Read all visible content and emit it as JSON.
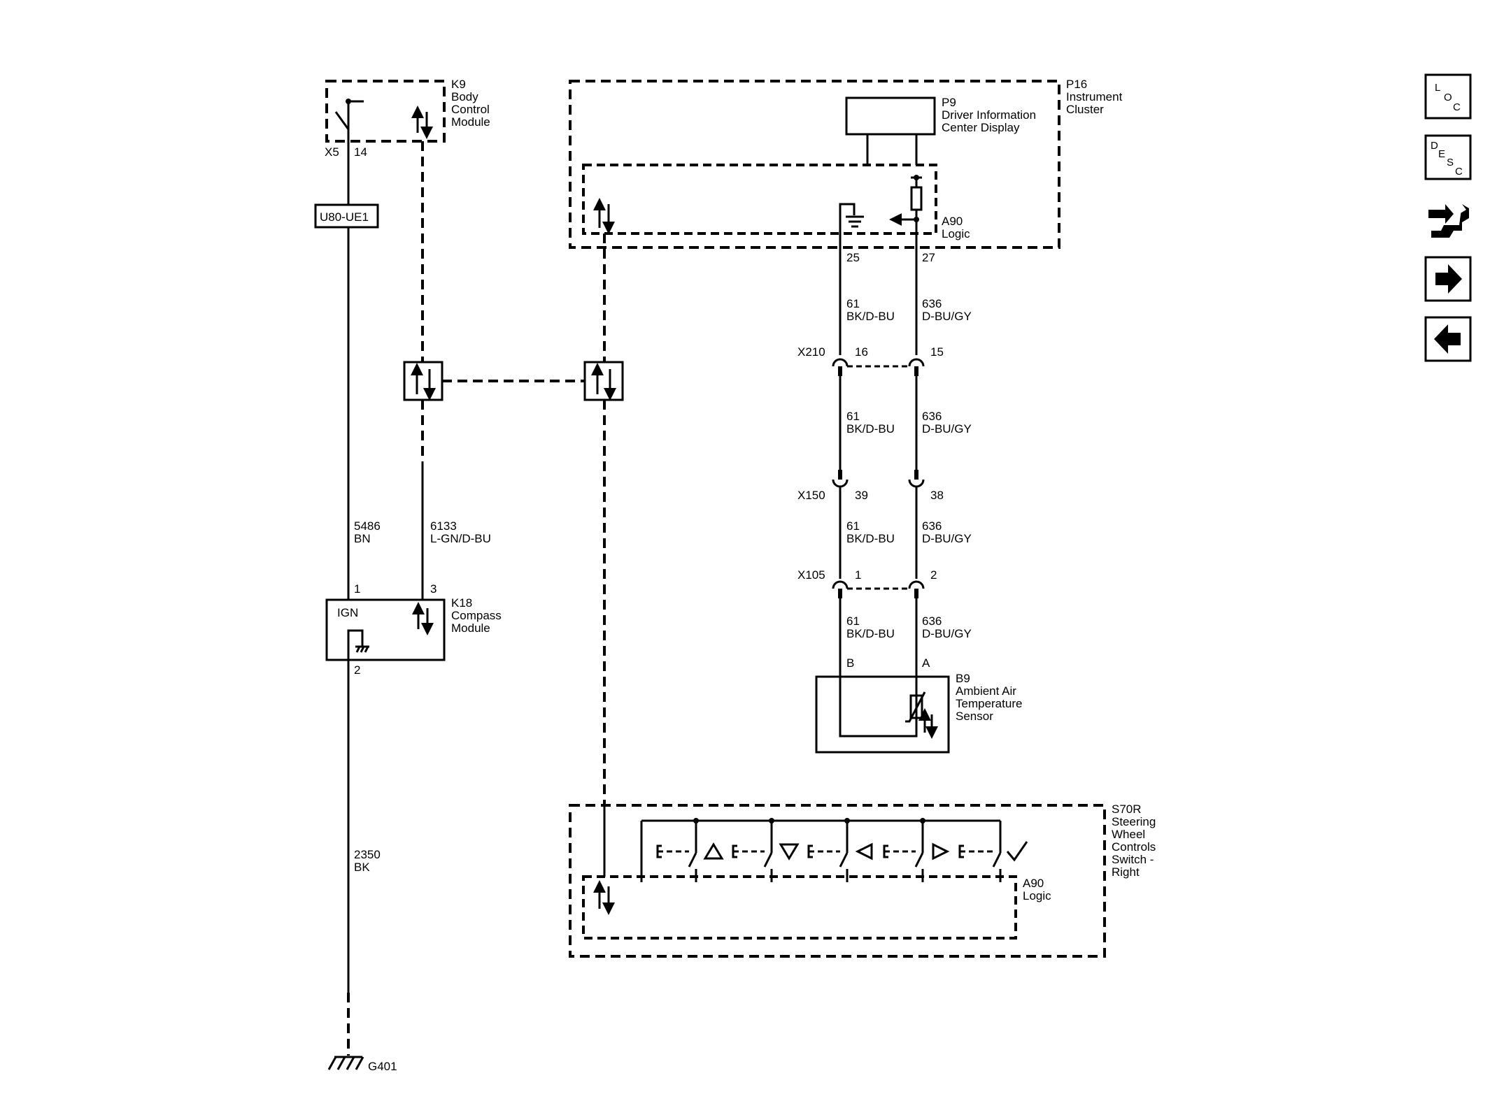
{
  "components": {
    "k9": {
      "id": "K9",
      "line1": "Body",
      "line2": "Control",
      "line3": "Module",
      "pin_left": "X5",
      "pin_right": "14"
    },
    "fuse": {
      "label": "U80-UE1"
    },
    "p16": {
      "id": "P16",
      "line1": "Instrument",
      "line2": "Cluster"
    },
    "p9": {
      "id": "P9",
      "line1": "Driver Information",
      "line2": "Center Display"
    },
    "p16_logic": {
      "id": "A90",
      "line1": "Logic"
    },
    "k18": {
      "id": "K18",
      "line1": "Compass",
      "line2": "Module",
      "ign": "IGN",
      "pin1": "1",
      "pin2": "2",
      "pin3": "3"
    },
    "b9": {
      "id": "B9",
      "line1": "Ambient Air",
      "line2": "Temperature",
      "line3": "Sensor",
      "pin_b": "B",
      "pin_a": "A"
    },
    "s70r": {
      "id": "S70R",
      "line1": "Steering",
      "line2": "Wheel",
      "line3": "Controls",
      "line4": "Switch -",
      "line5": "Right"
    },
    "s70r_logic": {
      "id": "A90",
      "line1": "Logic"
    },
    "ground": {
      "id": "G401"
    }
  },
  "wires": {
    "w5486": {
      "circuit": "5486",
      "color": "BN"
    },
    "w6133": {
      "circuit": "6133",
      "color": "L-GN/D-BU"
    },
    "w2350": {
      "circuit": "2350",
      "color": "BK"
    },
    "w61": {
      "circuit": "61",
      "color": "BK/D-BU"
    },
    "w636": {
      "circuit": "636",
      "color": "D-BU/GY"
    }
  },
  "pins": {
    "p16_left": "25",
    "p16_right": "27"
  },
  "connectors": {
    "x210": {
      "id": "X210",
      "left": "16",
      "right": "15"
    },
    "x150": {
      "id": "X150",
      "left": "39",
      "right": "38"
    },
    "x105": {
      "id": "X105",
      "left": "1",
      "right": "2"
    }
  },
  "nav": {
    "loc": {
      "l1": "L",
      "l2": "O",
      "l3": "C"
    },
    "desc": {
      "l1": "D",
      "l2": "E",
      "l3": "S",
      "l4": "C"
    },
    "connector_icon": "connector-wrench-icon",
    "next_icon": "arrow-right-icon",
    "prev_icon": "arrow-left-icon"
  }
}
